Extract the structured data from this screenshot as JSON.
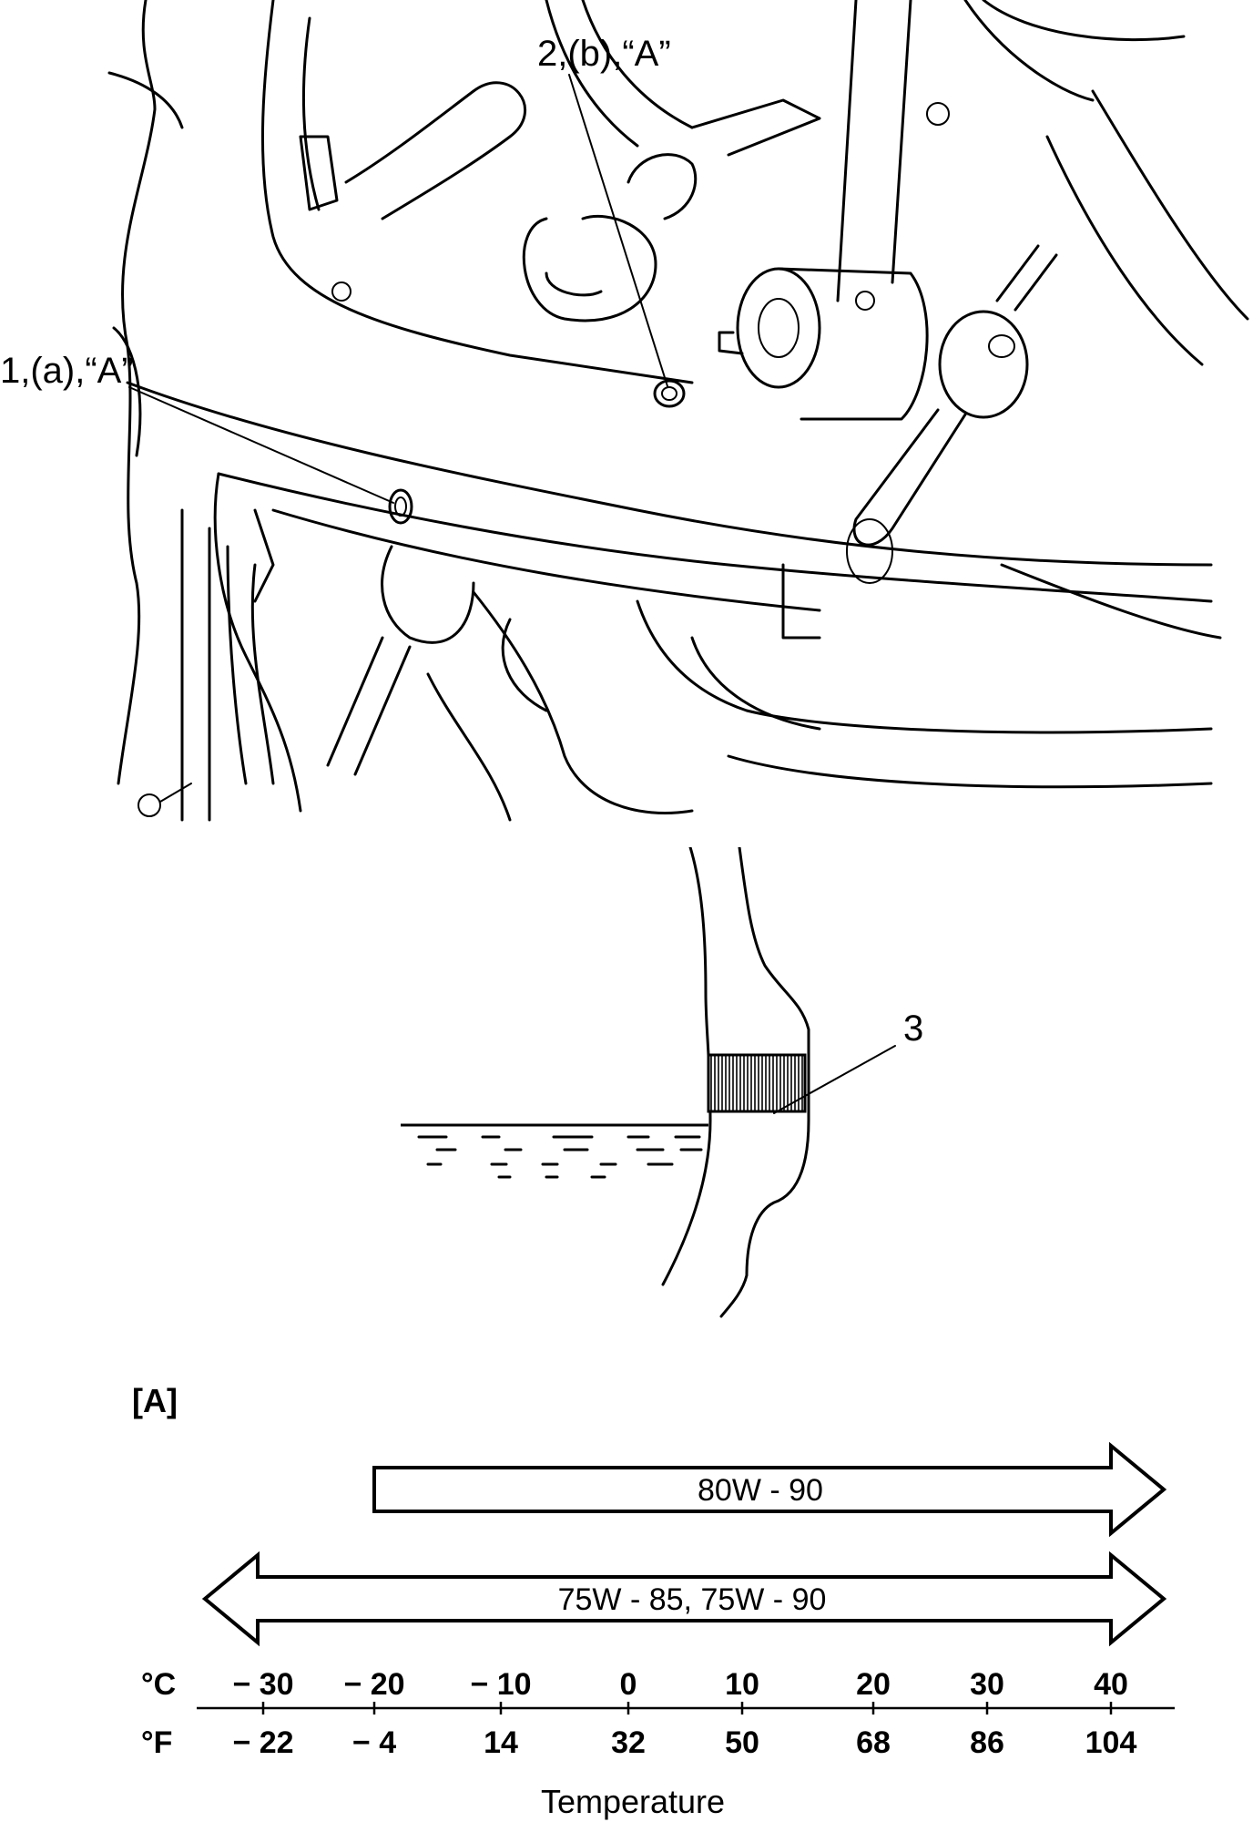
{
  "top_callouts": {
    "callout_1": "1,(a),“A”",
    "callout_2": "2,(b),“A”"
  },
  "mid_callout": {
    "callout_3": "3"
  },
  "viscosity_chart": {
    "label": "[A]",
    "grades": [
      {
        "name": "80W - 90",
        "from_c": -20,
        "to_c": 40,
        "left_arrow": false
      },
      {
        "name": "75W - 85, 75W - 90",
        "from_c": -40,
        "to_c": 40,
        "left_arrow": true
      }
    ],
    "celsius_unit": "°C",
    "fahrenheit_unit": "°F",
    "celsius_ticks": [
      "− 30",
      "− 20",
      "− 10",
      "0",
      "10",
      "20",
      "30",
      "40"
    ],
    "fahrenheit_ticks": [
      "− 22",
      "− 4",
      "14",
      "32",
      "50",
      "68",
      "86",
      "104"
    ],
    "axis_title": "Temperature"
  }
}
